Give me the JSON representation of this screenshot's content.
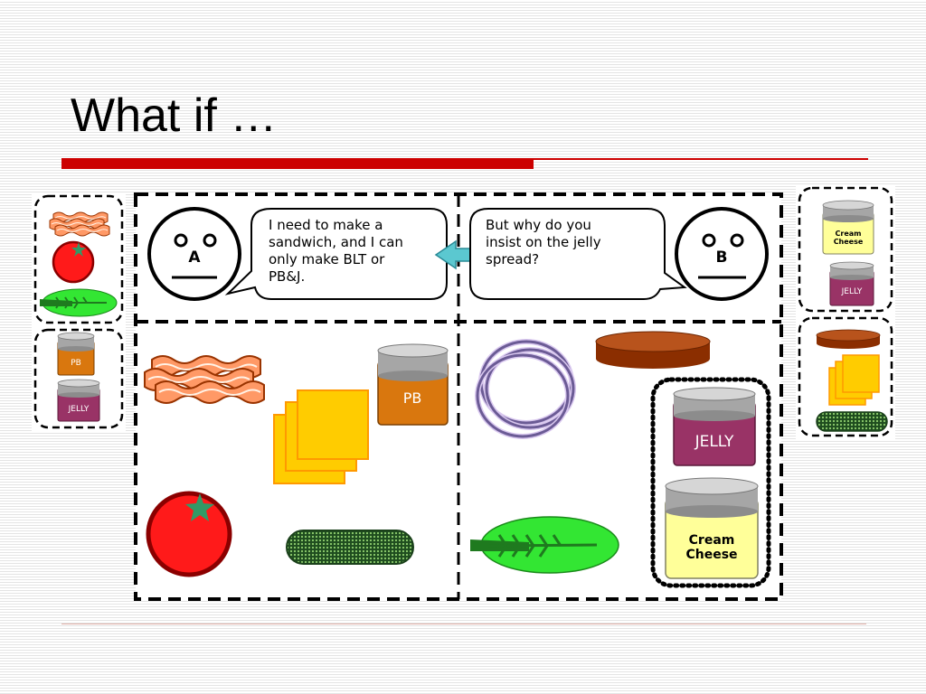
{
  "slide": {
    "title": "What if …"
  },
  "person_a": {
    "label": "A",
    "speech": "I need to make a\nsandwich, and I can\nonly make BLT or\nPB&J."
  },
  "person_b": {
    "label": "B",
    "speech": "But why do you\ninsist on the jelly\nspread?"
  },
  "jars": {
    "pb": "PB",
    "jelly": "JELLY",
    "cream_cheese_line1": "Cream",
    "cream_cheese_line2": "Cheese"
  },
  "colors": {
    "accent_red": "#cc0000",
    "arrow": "#5bc8d0",
    "pb_jar": "#d9770e",
    "jelly_jar": "#993366",
    "cream_cheese_jar": "#ffff99",
    "cheese": "#ffcc00",
    "tomato": "#ff0000",
    "lettuce": "#33cc33",
    "pickle": "#336633",
    "bacon": "#ff9966"
  },
  "icons": [
    "face-a-icon",
    "face-b-icon",
    "bacon-icon",
    "cheese-icon",
    "tomato-icon",
    "pickle-icon",
    "lettuce-icon",
    "onion-icon",
    "bread-icon",
    "pb-jar-icon",
    "jelly-jar-icon",
    "cream-cheese-jar-icon",
    "arrow-left-icon"
  ]
}
